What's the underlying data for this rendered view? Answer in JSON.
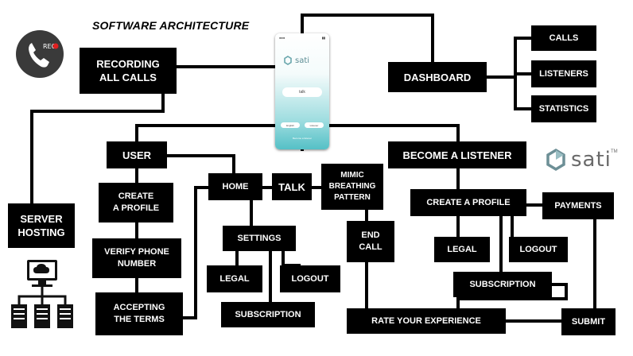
{
  "title": "SOFTWARE ARCHITECTURE",
  "icons": {
    "recorder": "phone-recording-icon",
    "recorder_badge": "REC",
    "server": "server-network-icon",
    "brand_logo": "sati-logo-icon"
  },
  "brand": {
    "name": "sati",
    "mark": "TM"
  },
  "phone_mockup": {
    "brand": "sati",
    "talk_button": "talk",
    "option_left": "English",
    "option_right": "Listener",
    "footer": "Become a listener"
  },
  "nodes": {
    "recording": "RECORDING\nALL CALLS",
    "server": "SERVER\nHOSTING",
    "dashboard": "DASHBOARD",
    "calls": "CALLS",
    "listeners": "LISTENERS",
    "statistics": "STATISTICS",
    "user": "USER",
    "create_profile_user": "CREATE\nA PROFILE",
    "verify_phone": "VERIFY PHONE\nNUMBER",
    "accepting_terms": "ACCEPTING\nTHE TERMS",
    "home": "HOME",
    "talk": "TALK",
    "mimic": "MIMIC\nBREATHING\nPATTERN",
    "settings": "SETTINGS",
    "legal_user": "LEGAL",
    "logout_user": "LOGOUT",
    "subscription_user": "SUBSCRIPTION",
    "end_call": "END\nCALL",
    "become_listener": "BECOME A LISTENER",
    "create_profile_listener": "CREATE A PROFILE",
    "payments": "PAYMENTS",
    "legal_listener": "LEGAL",
    "logout_listener": "LOGOUT",
    "subscription_listener": "SUBSCRIPTION",
    "rate_experience": "RATE YOUR EXPERIENCE",
    "submit": "SUBMIT"
  },
  "colors": {
    "box": "#000000",
    "text": "#ffffff",
    "line": "#000000",
    "phone_accent": "#55c0c6"
  }
}
